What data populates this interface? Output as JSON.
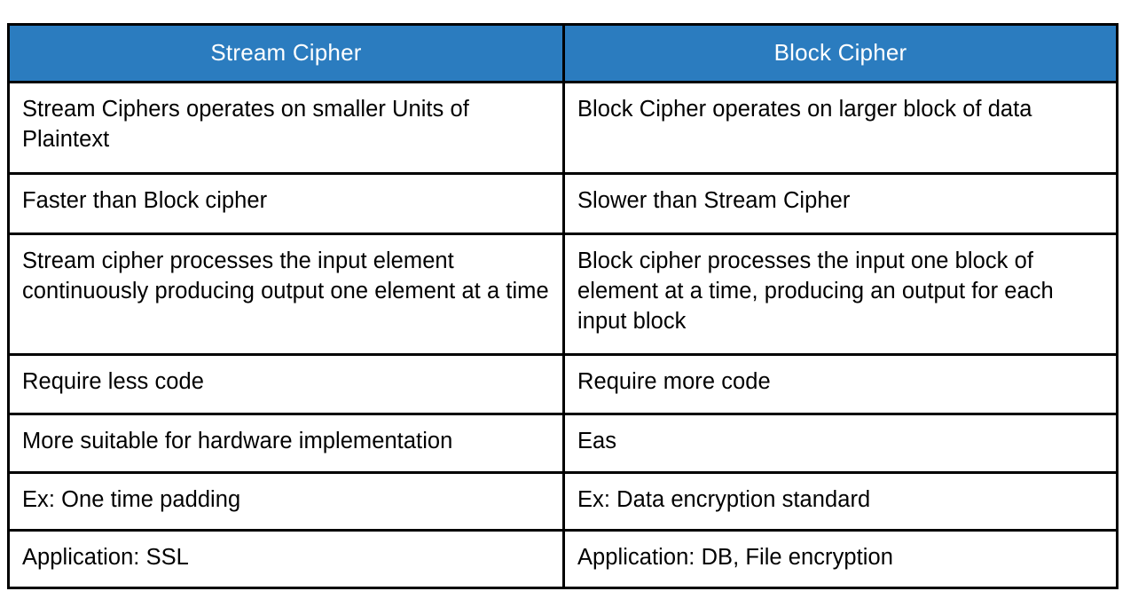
{
  "document": {
    "type": "comparison-table",
    "background_color": "#FFFFFF",
    "text_color": "#000000"
  },
  "table": {
    "header_background_color": "#2B7CBF",
    "header_text_color": "#FFFFFF",
    "border_color": "#000000",
    "columns": [
      {
        "key": "stream",
        "label": "Stream Cipher"
      },
      {
        "key": "block",
        "label": "Block Cipher"
      }
    ],
    "rows": [
      {
        "stream": "Stream Ciphers operates on smaller Units of Plaintext",
        "block": "Block Cipher operates on larger block of data"
      },
      {
        "stream": "Faster than Block cipher",
        "block": "Slower than Stream Cipher"
      },
      {
        "stream": "Stream cipher processes the input element continuously producing output one element at a time",
        "block": "Block cipher processes the input one block of element at a time, producing an output for each input block"
      },
      {
        "stream": "Require less code",
        "block": "Require more code"
      },
      {
        "stream": "More suitable for hardware implementation",
        "block": "Eas"
      },
      {
        "stream": "Ex: One time padding",
        "block": "Ex: Data encryption standard"
      },
      {
        "stream": "Application: SSL",
        "block": "Application: DB, File encryption"
      }
    ]
  }
}
